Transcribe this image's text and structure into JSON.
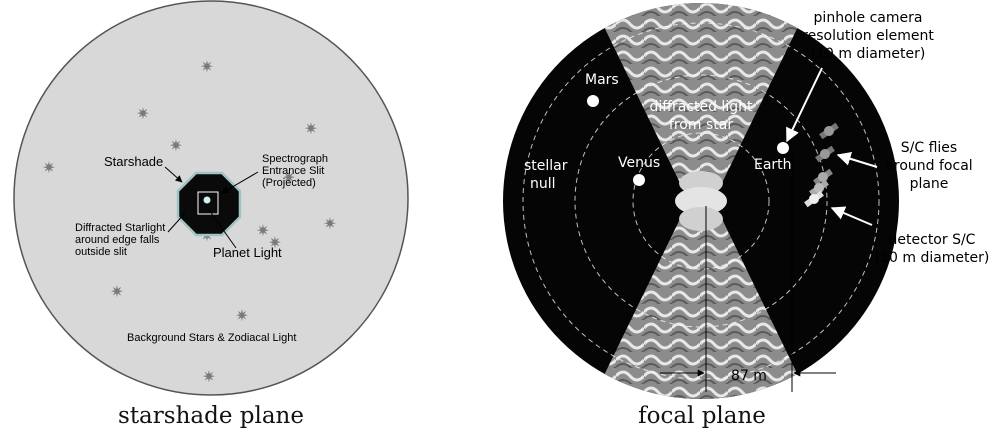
{
  "starshade_panel": {
    "caption": "starshade plane",
    "labels": {
      "starshade": "Starshade",
      "slit": [
        "Spectrograph",
        "Entrance Slit",
        "(Projected)"
      ],
      "diffracted": [
        "Diffracted Starlight",
        "around edge falls",
        "outside slit"
      ],
      "planet": "Planet Light",
      "background": "Background Stars & Zodiacal Light"
    },
    "colors": {
      "disc": "#d8d8d8",
      "star": "#7a7a7a",
      "shade": "#0a0a0a",
      "shade_rim": "#9fc4c4"
    }
  },
  "focal_panel": {
    "caption": "focal plane",
    "labels": {
      "pinhole": [
        "pinhole camera",
        "resolution element",
        "(10 m diameter)"
      ],
      "mars": "Mars",
      "diffracted": [
        "diffracted light",
        "from star"
      ],
      "earth": "Earth",
      "sc_flies": [
        "S/C flies",
        "around focal",
        "plane"
      ],
      "stellar_null": [
        "stellar",
        "null"
      ],
      "venus": "Venus",
      "detector": [
        "detector S/C",
        "(10 m diameter)"
      ],
      "distance": "87 m"
    },
    "colors": {
      "disc": "#050505",
      "pattern": "#bdbdbd",
      "planet": "#ffffff"
    }
  }
}
